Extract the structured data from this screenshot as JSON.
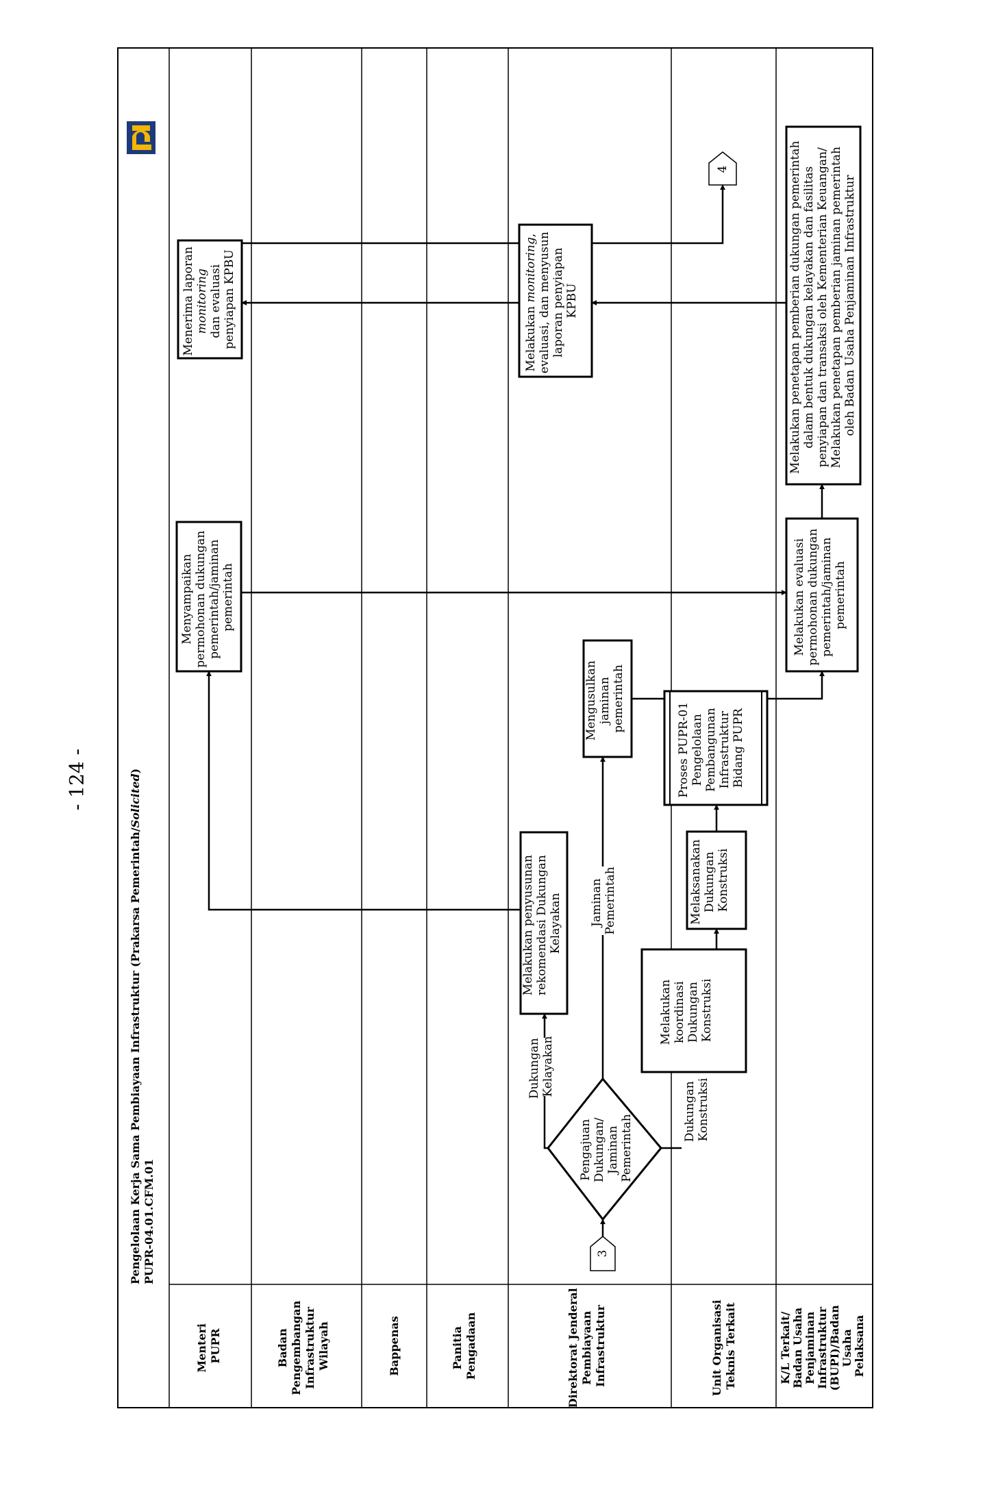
{
  "page_number": "- 124 -",
  "header": {
    "title_main": "Pengelolaan Kerja Sama Pembiayaan Infrastruktur (Prakarsa Pemerintah/",
    "title_italic": "Solicited",
    "title_close": ")",
    "code": "PUPR-04.01.CFM.01",
    "logo": "pupr-logo-icon"
  },
  "lanes": [
    {
      "id": "menteri",
      "label": [
        "Menteri",
        "PUPR"
      ]
    },
    {
      "id": "bpiw",
      "label": [
        "Badan",
        "Pengembangan",
        "Infrastruktur",
        "Wilayah"
      ]
    },
    {
      "id": "bappenas",
      "label": [
        "Bappenas"
      ]
    },
    {
      "id": "panitia",
      "label": [
        "Panitia",
        "Pengadaan"
      ]
    },
    {
      "id": "djpi",
      "label": [
        "Direktorat Jenderal",
        "Pembiayaan",
        "Infrastruktur"
      ]
    },
    {
      "id": "unor",
      "label": [
        "Unit Organisasi",
        "Teknis Terkait"
      ]
    },
    {
      "id": "kl",
      "label": [
        "K/L Terkait/",
        "Badan Usaha",
        "Penjaminan",
        "Infrastruktur",
        "(BUPI)/Badan",
        "Usaha",
        "Pelaksana"
      ]
    }
  ],
  "nodes": {
    "connector_in": "3",
    "decision": [
      "Pengajuan",
      "Dukungan/",
      "Jaminan",
      "Pemerintah"
    ],
    "label_dukungan_kelayakan": [
      "Dukungan",
      "Kelayakan"
    ],
    "label_dukungan_konstruksi": [
      "Dukungan",
      "Konstruksi"
    ],
    "label_jaminan_pemerintah": [
      "Jaminan",
      "Pemerintah"
    ],
    "koordinasi": [
      "Melakukan",
      "koordinasi",
      "Dukungan",
      "Konstruksi"
    ],
    "melaksanakan": [
      "Melaksanakan",
      "Dukungan",
      "Konstruksi"
    ],
    "proses_pupr01": [
      "Proses PUPR-01",
      "Pengelolaan",
      "Pembangunan",
      "Infrastruktur",
      "Bidang PUPR"
    ],
    "rekomendasi": [
      "Melakukan penyusunan",
      "rekomendasi Dukungan",
      "Kelayakan"
    ],
    "mengusulkan": [
      "Mengusulkan",
      "jaminan",
      "pemerintah"
    ],
    "menyampaikan": [
      "Menyampaikan",
      "permohonan dukungan",
      "pemerintah/jaminan",
      "pemerintah"
    ],
    "evaluasi": [
      "Melakukan evaluasi",
      "permohonan dukungan",
      "pemerintah/jaminan",
      "pemerintah"
    ],
    "penetapan": [
      "Melakukan penetapan pemberian dukungan pemerintah",
      "dalam bentuk dukungan kelayakan dan fasilitas",
      "penyiapan dan transaksi oleh Kementerian Keuangan/",
      "Melakukan penetapan pemberian jaminan pemerintah",
      "oleh Badan Usaha Penjaminan Infrastruktur"
    ],
    "monitoring_main": [
      "Melakukan ",
      "monitoring",
      ",",
      "evaluasi, dan menyusun",
      "laporan penyiapan",
      "KPBU"
    ],
    "menerima": [
      "Menerima laporan",
      "monitoring",
      "dan evaluasi",
      "penyiapan KPBU"
    ],
    "connector_out": "4"
  },
  "colors": {
    "line": "#000000",
    "logo_blue": "#1f3a7a",
    "logo_yellow": "#f2b705"
  }
}
